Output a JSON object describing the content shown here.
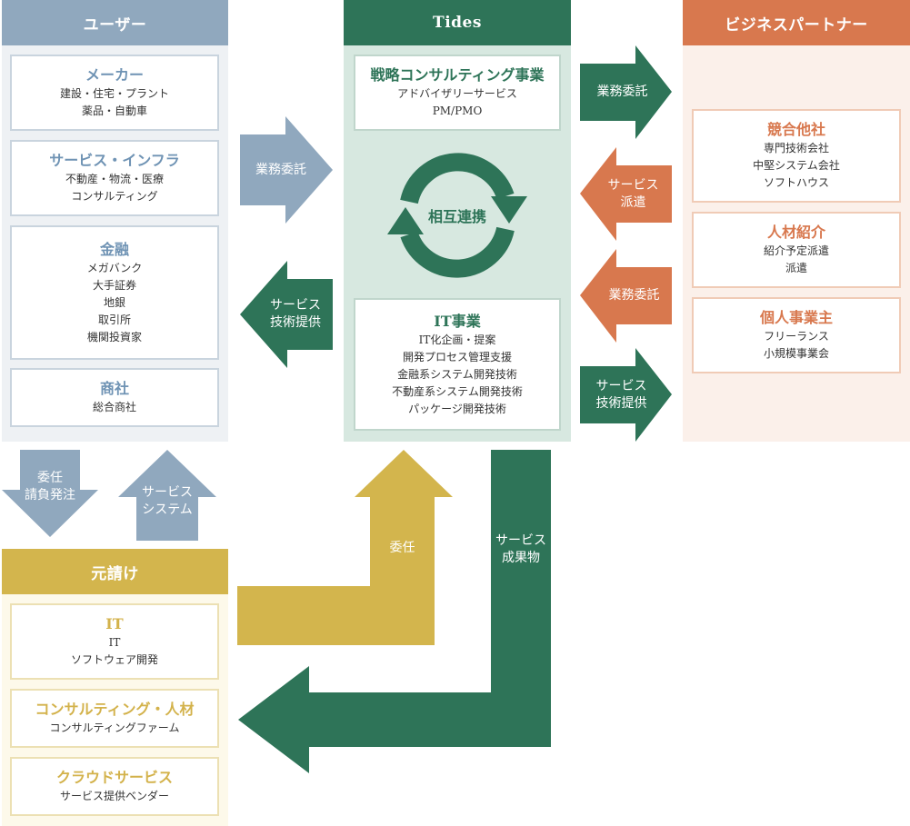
{
  "colors": {
    "user": "#90a8be",
    "tides": "#2e7458",
    "partner": "#d8784e",
    "contractor": "#d3b54d",
    "user_panel": "#eef1f4",
    "tides_panel": "#d7e8e0",
    "partner_panel": "#fbf0ea",
    "contractor_panel": "#fdf9ea"
  },
  "columns": {
    "users": "ユーザー",
    "tides": "Tides",
    "partners": "ビジネスパートナー",
    "contractor": "元請け"
  },
  "users": [
    {
      "title": "メーカー",
      "lines": [
        "建設・住宅・プラント",
        "薬品・自動車"
      ]
    },
    {
      "title": "サービス・インフラ",
      "lines": [
        "不動産・物流・医療",
        "コンサルティング"
      ]
    },
    {
      "title": "金融",
      "lines": [
        "メガバンク",
        "大手証券",
        "地銀",
        "取引所",
        "機関投資家"
      ]
    },
    {
      "title": "商社",
      "lines": [
        "総合商社"
      ]
    }
  ],
  "tides": [
    {
      "title": "戦略コンサルティング事業",
      "lines": [
        "アドバイザリーサービス",
        "PM/PMO"
      ]
    },
    {
      "title": "IT事業",
      "lines": [
        "IT化企画・提案",
        "開発プロセス管理支援",
        "金融系システム開発技術",
        "不動産系システム開発技術",
        "パッケージ開発技術"
      ]
    }
  ],
  "cycle_label": "相互連携",
  "partners": [
    {
      "title": "競合他社",
      "lines": [
        "専門技術会社",
        "中堅システム会社",
        "ソフトハウス"
      ]
    },
    {
      "title": "人材紹介",
      "lines": [
        "紹介予定派遣",
        "派遣"
      ]
    },
    {
      "title": "個人事業主",
      "lines": [
        "フリーランス",
        "小規模事業会"
      ]
    }
  ],
  "contractor": [
    {
      "title": "IT",
      "lines": [
        "IT",
        "ソフトウェア開発"
      ]
    },
    {
      "title": "コンサルティング・人材",
      "lines": [
        "コンサルティングファーム"
      ]
    },
    {
      "title": "クラウドサービス",
      "lines": [
        "サービス提供ベンダー"
      ]
    }
  ],
  "arrows": {
    "users_to_tides": "業務委託",
    "tides_to_users": "サービス\n技術提供",
    "tides_to_partners_commission": "業務委託",
    "partners_to_tides_dispatch": "サービス\n派遣",
    "partners_to_tides_commission": "業務委託",
    "tides_to_partners_tech": "サービス\n技術提供",
    "users_to_contractor": "委任\n請負発注",
    "contractor_to_users": "サービス\nシステム",
    "contractor_to_tides": "委任",
    "tides_to_contractor": "サービス\n成果物"
  }
}
